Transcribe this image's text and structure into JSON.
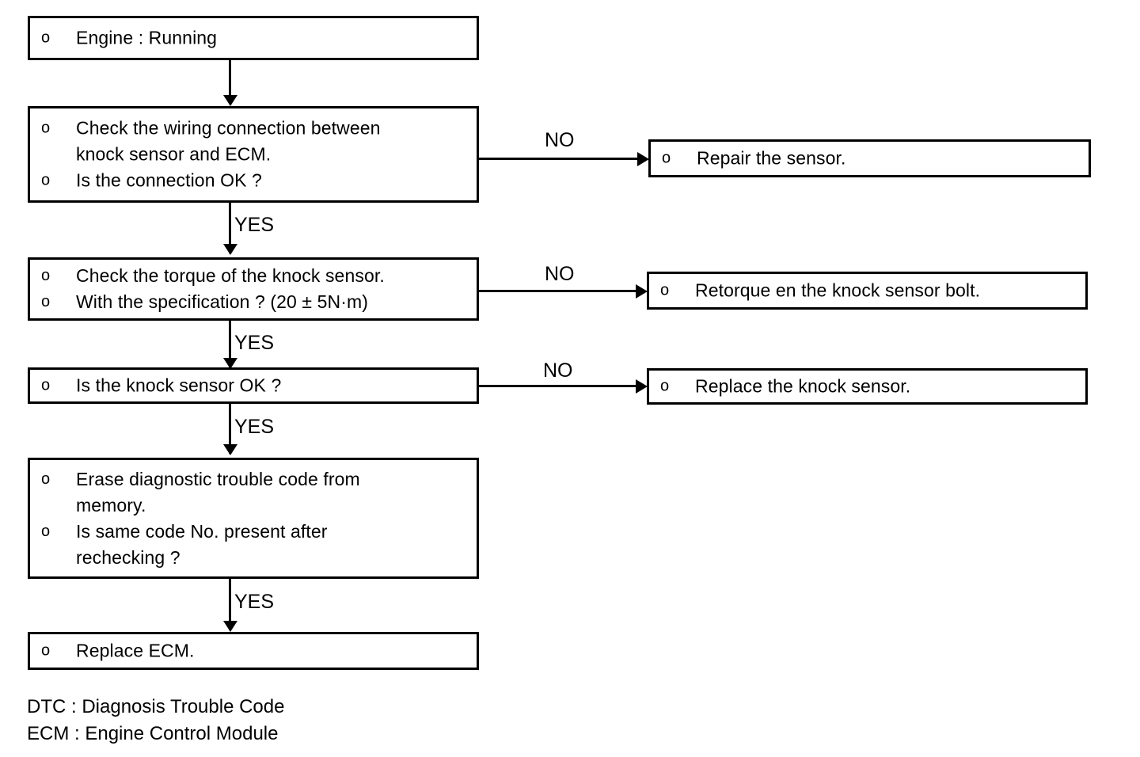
{
  "diagram": {
    "title": "Knock Sensor DTC Troubleshooting Flowchart",
    "bullet_glyph": "o",
    "line_color": "#000000",
    "background_color": "#ffffff"
  },
  "nodes": {
    "engine_running": {
      "lines": [
        "Engine : Running"
      ]
    },
    "check_wiring": {
      "lines": [
        "Check the wiring connection between\nknock sensor and ECM.",
        "Is the connection OK ?"
      ]
    },
    "repair_sensor": {
      "lines": [
        "Repair the sensor."
      ]
    },
    "check_torque": {
      "lines": [
        "Check the torque of the knock sensor.",
        "With the specification ? (20 ± 5N·m)"
      ]
    },
    "retorque_bolt": {
      "lines": [
        "Retorque en the knock sensor bolt."
      ]
    },
    "sensor_ok": {
      "lines": [
        "Is the knock sensor OK ?"
      ]
    },
    "replace_sensor": {
      "lines": [
        "Replace the knock sensor."
      ]
    },
    "erase_code": {
      "lines": [
        "Erase diagnostic trouble code from\nmemory.",
        "Is same code No. present after\nrechecking ?"
      ]
    },
    "replace_ecm": {
      "lines": [
        "Replace ECM."
      ]
    }
  },
  "edges": {
    "no_1": "NO",
    "no_2": "NO",
    "no_3": "NO",
    "yes_1": "YES",
    "yes_2": "YES",
    "yes_3": "YES",
    "yes_4": "YES"
  },
  "legend": {
    "line1": "DTC : Diagnosis Trouble Code",
    "line2": "ECM : Engine Control Module"
  }
}
